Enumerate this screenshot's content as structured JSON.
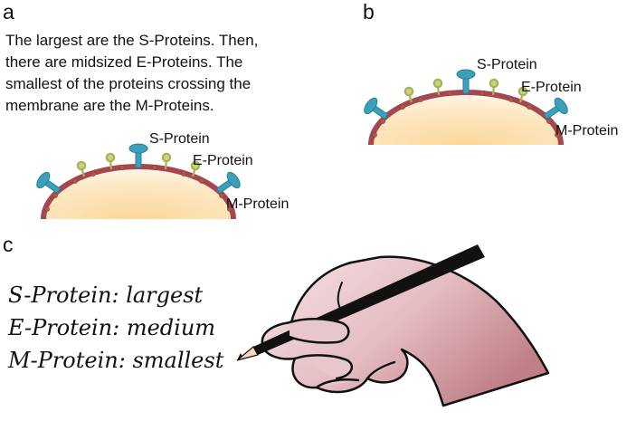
{
  "panels": {
    "a": "a",
    "b": "b",
    "c": "c"
  },
  "panel_a": {
    "lines": [
      "The largest are the S-Proteins. Then,",
      "there are midsized E-Proteins. The",
      "smallest of the proteins crossing the",
      "membrane are the M-Proteins."
    ]
  },
  "labels": {
    "s": "S-Protein",
    "e": "E-Protein",
    "m": "M-Protein"
  },
  "notes": [
    "S-Protein: largest",
    "E-Protein: medium",
    "M-Protein: smallest"
  ],
  "colors": {
    "membrane": "#a5474f",
    "core": "#fbd79a",
    "s_protein": "#3ba1bb",
    "e_protein": "#c9d47a",
    "m_protein": "#b0584a",
    "hand": "#e8c7cc",
    "pencil": "#111111"
  }
}
